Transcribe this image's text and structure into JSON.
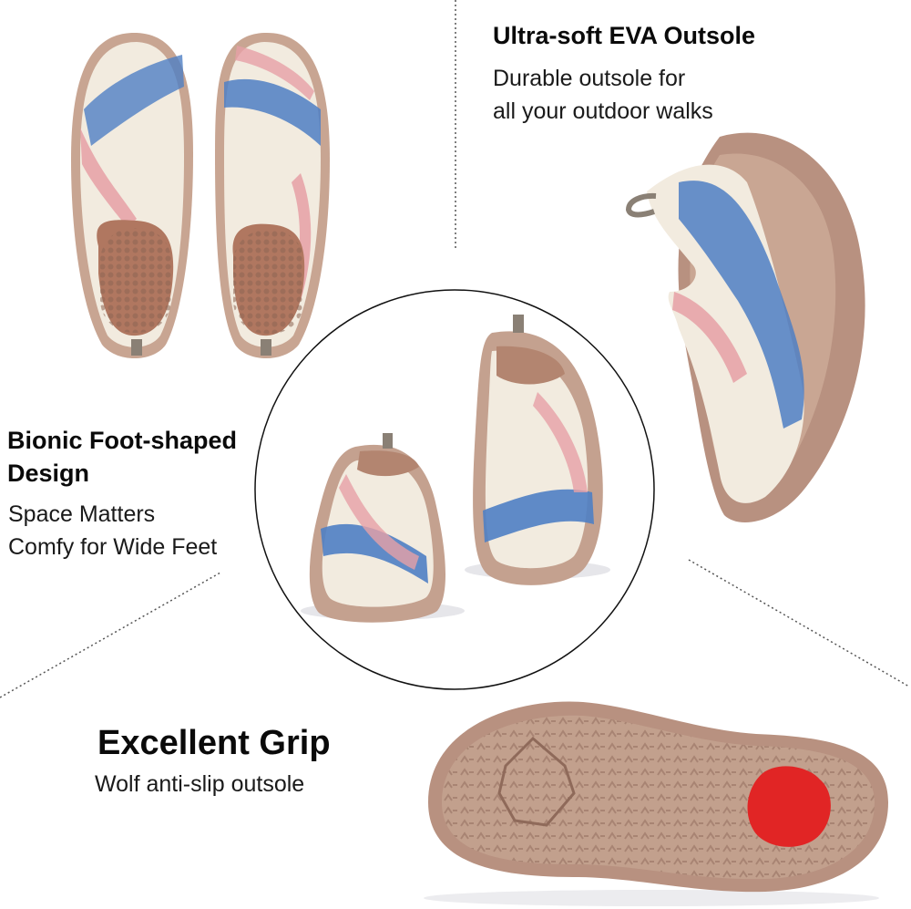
{
  "features": {
    "eva_outsole": {
      "title": "Ultra-soft EVA Outsole",
      "line1": "Durable outsole for",
      "line2": "all your outdoor walks"
    },
    "bionic_design": {
      "title_line1": "Bionic Foot-shaped",
      "title_line2": "Design",
      "line1": "Space Matters",
      "line2": "Comfy for Wide Feet"
    },
    "grip": {
      "title": "Excellent Grip",
      "line1": "Wolf anti-slip outsole"
    }
  },
  "colors": {
    "background": "#ffffff",
    "sole": "#b89180",
    "sole_dark": "#9a7260",
    "canvas": "#f2ebdf",
    "watercolor_blue": "#4f7fc4",
    "watercolor_pink": "#e6a0a6",
    "heel_pad_red": "#e12525",
    "divider": "#555555"
  },
  "icons": [
    "shoe-top-view-pair",
    "shoe-pair-front-view",
    "shoe-side-view",
    "shoe-outsole-bottom"
  ]
}
